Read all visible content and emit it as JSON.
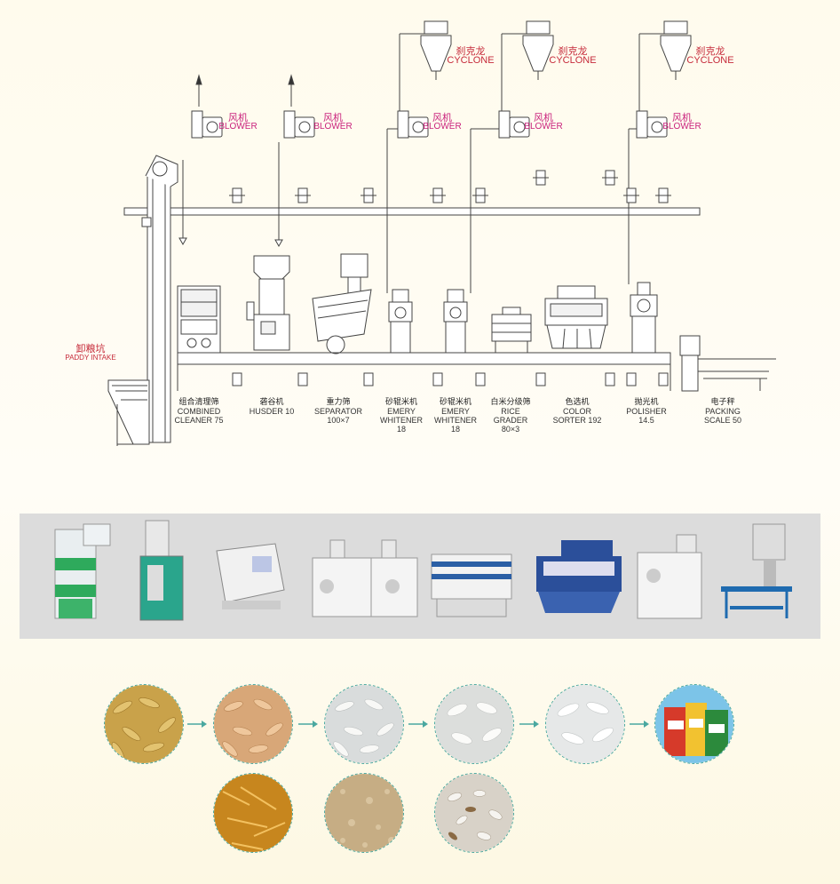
{
  "top_labels": {
    "cyclone": [
      {
        "cn": "刹克龙",
        "en": "CYCLONE"
      },
      {
        "cn": "刹克龙",
        "en": "CYCLONE"
      },
      {
        "cn": "刹克龙",
        "en": "CYCLONE"
      }
    ],
    "blower": [
      {
        "cn": "风机",
        "en": "BLOWER"
      },
      {
        "cn": "风机",
        "en": "BLOWER"
      },
      {
        "cn": "风机",
        "en": "BLOWER"
      },
      {
        "cn": "风机",
        "en": "BLOWER"
      },
      {
        "cn": "风机",
        "en": "BLOWER"
      }
    ],
    "intake": {
      "cn": "卸粮坑",
      "en": "PADDY INTAKE"
    }
  },
  "machines": [
    {
      "cn": "组合清理筛",
      "en": "COMBINED",
      "en2": "CLEANER 75",
      "en3": ""
    },
    {
      "cn": "砻谷机",
      "en": "HUSDER 10",
      "en2": "",
      "en3": ""
    },
    {
      "cn": "重力筛",
      "en": "SEPARATOR",
      "en2": "100×7",
      "en3": ""
    },
    {
      "cn": "砂辊米机",
      "en": "EMERY",
      "en2": "WHITENER",
      "en3": "18"
    },
    {
      "cn": "砂辊米机",
      "en": "EMERY",
      "en2": "WHITENER",
      "en3": "18"
    },
    {
      "cn": "白米分级筛",
      "en": "RICE",
      "en2": "GRADER",
      "en3": "80×3"
    },
    {
      "cn": "色选机",
      "en": "COLOR",
      "en2": "SORTER 192",
      "en3": ""
    },
    {
      "cn": "抛光机",
      "en": "POLISHER",
      "en2": "14.5",
      "en3": ""
    },
    {
      "cn": "电子秤",
      "en": "PACKING",
      "en2": "SCALE 50",
      "en3": ""
    }
  ],
  "colors": {
    "teal": "#4aa8a0",
    "red": "#c62a3a",
    "pink": "#c9207b",
    "green_machine": "#2eaa5c",
    "blue_sorter": "#2b4f9a"
  },
  "icons": {
    "photo_strip": [
      "cleaner-machine",
      "husker-machine",
      "separator-machine",
      "whitener-machine",
      "whitener-machine",
      "grader-machine",
      "color-sorter-machine",
      "polisher-machine",
      "packing-scale-machine"
    ],
    "product_circles": [
      "paddy",
      "brown-rice",
      "white-rice",
      "graded-rice",
      "polished-rice",
      "packaged-rice"
    ],
    "byproduct_circles": [
      "husk",
      "bran",
      "broken-rice"
    ]
  }
}
